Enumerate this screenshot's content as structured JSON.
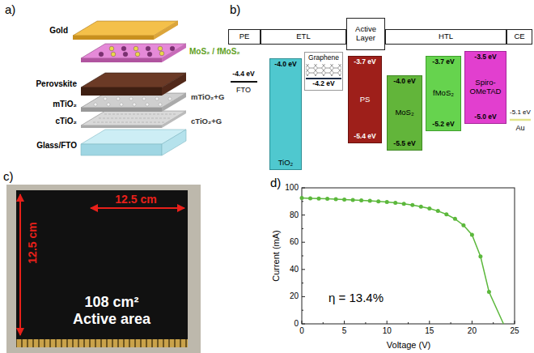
{
  "diagram": {
    "nodes": [
      {
        "text": [
          "PE"
        ]
      },
      {
        "text": [
          "ETL"
        ]
      },
      {
        "text": [
          "Active Layer"
        ]
      },
      {
        "text": [
          "HTL"
        ]
      },
      {
        "text": [
          "CE"
        ]
      },
      {
        "text": [
          "-4.0 eV",
          "TiO₂"
        ]
      },
      {
        "text": [
          "Graphene",
          "-4.2 eV"
        ]
      },
      {
        "text": [
          "-3.7 eV",
          "PS",
          "-5.4 eV"
        ]
      },
      {
        "text": [
          "-4.0 eV",
          "MoS₂",
          "-5.5 eV"
        ]
      },
      {
        "text": [
          "-3.7 eV",
          "fMoS₂",
          "-5.2 eV"
        ]
      },
      {
        "text": [
          "-3.5 eV",
          "Spiro-OMeTAD",
          "-5.0 eV"
        ]
      }
    ],
    "labels": [
      "a)",
      "Gold",
      "MoS₂ / fMoS₂",
      "mTiO₂+G",
      "Perovskite",
      "mTiO₂",
      "cTiO₂+G",
      "cTiO₂",
      "Glass/FTO",
      "b)",
      "-4.4 eV",
      "FTO",
      "-5.1 eV",
      "Au",
      "c)",
      "12.5 cm",
      "12.5 cm",
      "108 cm² Active area",
      "d)",
      "100",
      "80",
      "60",
      "40",
      "20",
      "0",
      "0",
      "5",
      "10",
      "15",
      "20",
      "25",
      "Current (mA)",
      "Voltage (V)",
      "η = 13.4%"
    ]
  }
}
